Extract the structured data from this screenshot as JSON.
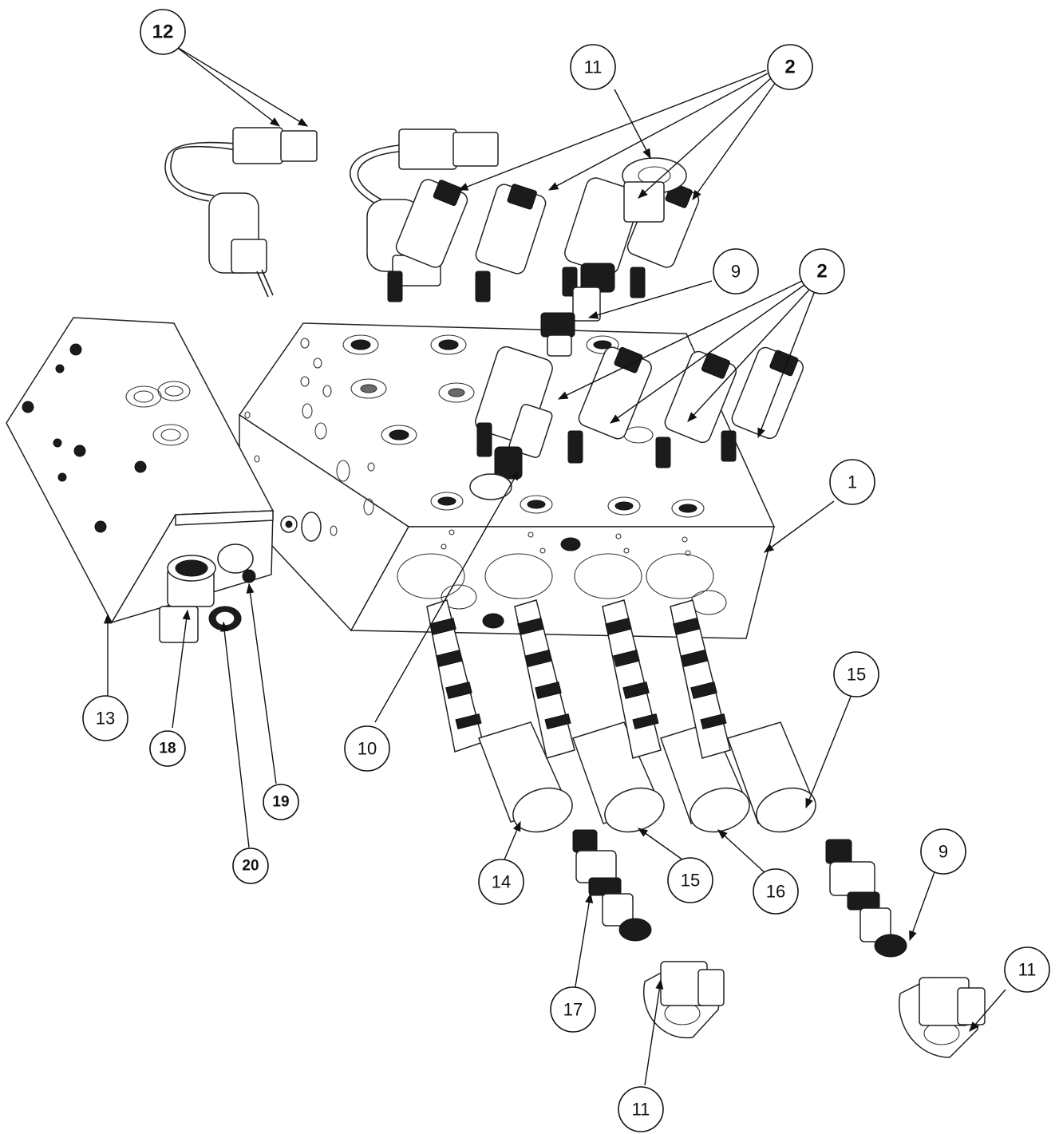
{
  "callouts": {
    "c1": "1",
    "c2a": "2",
    "c2b": "2",
    "c9a": "9",
    "c9b": "9",
    "c10": "10",
    "c11a": "11",
    "c11b": "11",
    "c11c": "11",
    "c12": "12",
    "c13": "13",
    "c14": "14",
    "c15a": "15",
    "c15b": "15",
    "c16": "16",
    "c17": "17",
    "c18": "18",
    "c19": "19",
    "c20": "20"
  }
}
